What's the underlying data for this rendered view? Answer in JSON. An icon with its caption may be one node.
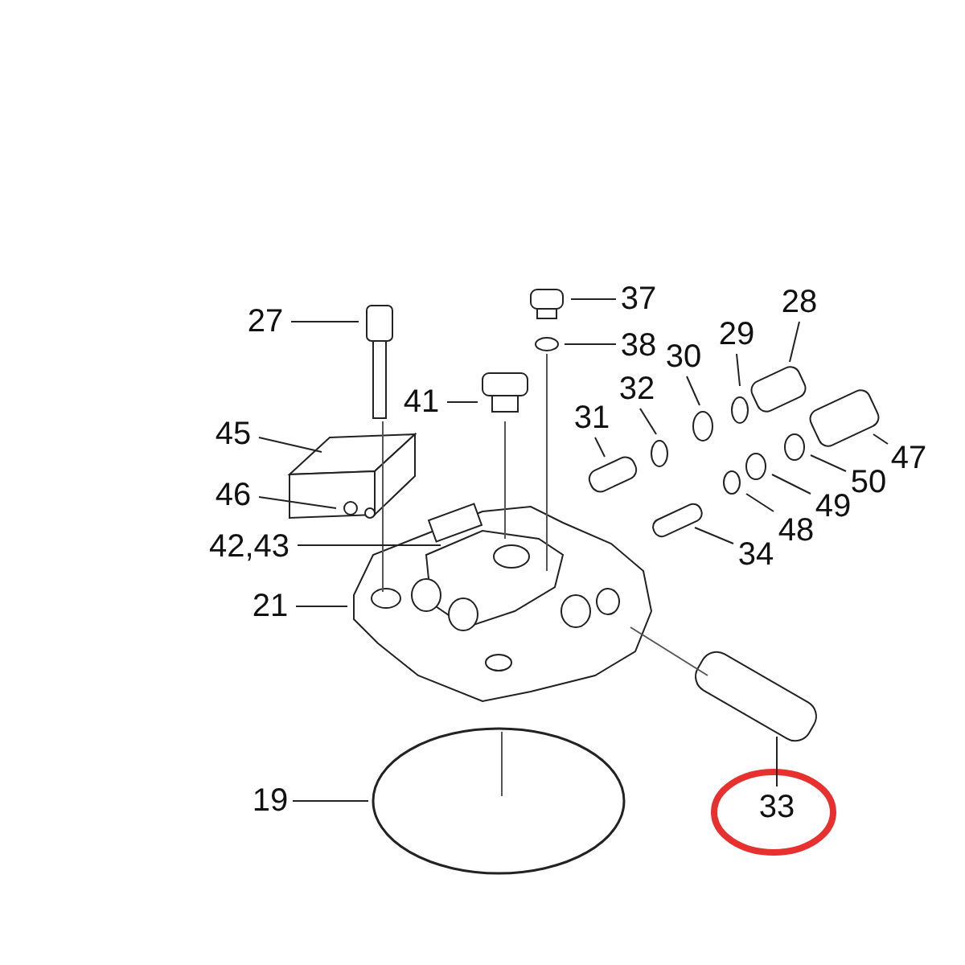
{
  "diagram": {
    "nodes": [
      {
        "text": [
          "27"
        ]
      },
      {
        "text": [
          "37"
        ]
      },
      {
        "text": [
          "38"
        ]
      },
      {
        "text": [
          "41"
        ]
      },
      {
        "text": [
          "28"
        ]
      },
      {
        "text": [
          "29"
        ]
      },
      {
        "text": [
          "30"
        ]
      },
      {
        "text": [
          "32"
        ]
      },
      {
        "text": [
          "31"
        ]
      },
      {
        "text": [
          "45"
        ]
      },
      {
        "text": [
          "47"
        ]
      },
      {
        "text": [
          "46"
        ]
      },
      {
        "text": [
          "50"
        ]
      },
      {
        "text": [
          "49"
        ]
      },
      {
        "text": [
          "48"
        ]
      },
      {
        "text": [
          "42,43"
        ]
      },
      {
        "text": [
          "34"
        ]
      },
      {
        "text": [
          "21"
        ]
      },
      {
        "text": [
          "19"
        ]
      },
      {
        "text": [
          "33"
        ]
      }
    ],
    "edges": [
      {
        "from": 0,
        "to": null,
        "arrow": "none"
      },
      {
        "from": 1,
        "to": null,
        "arrow": "none"
      },
      {
        "from": 2,
        "to": null,
        "arrow": "none"
      },
      {
        "from": 3,
        "to": null,
        "arrow": "none"
      },
      {
        "from": 4,
        "to": null,
        "arrow": "none"
      },
      {
        "from": 5,
        "to": null,
        "arrow": "none"
      },
      {
        "from": 6,
        "to": null,
        "arrow": "none"
      },
      {
        "from": 7,
        "to": null,
        "arrow": "none"
      },
      {
        "from": 8,
        "to": null,
        "arrow": "none"
      },
      {
        "from": 9,
        "to": null,
        "arrow": "none"
      },
      {
        "from": 10,
        "to": null,
        "arrow": "none"
      },
      {
        "from": 11,
        "to": null,
        "arrow": "none"
      },
      {
        "from": 12,
        "to": null,
        "arrow": "none"
      },
      {
        "from": 13,
        "to": null,
        "arrow": "none"
      },
      {
        "from": 14,
        "to": null,
        "arrow": "none"
      },
      {
        "from": 15,
        "to": null,
        "arrow": "none"
      },
      {
        "from": 16,
        "to": null,
        "arrow": "none"
      },
      {
        "from": 17,
        "to": null,
        "arrow": "none"
      },
      {
        "from": 18,
        "to": null,
        "arrow": "none"
      },
      {
        "from": 19,
        "to": null,
        "arrow": "none"
      }
    ]
  }
}
